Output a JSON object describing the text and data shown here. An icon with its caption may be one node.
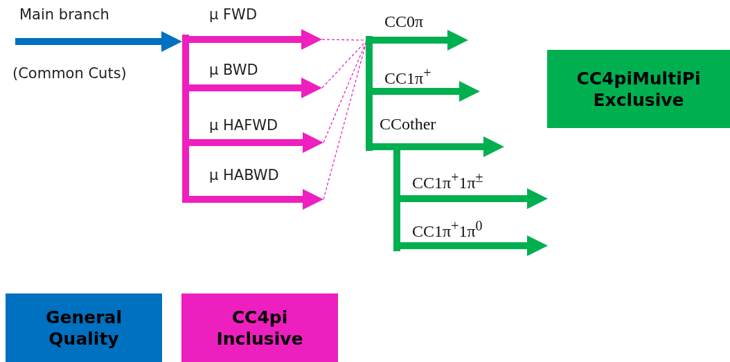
{
  "diagram": {
    "nodes": [
      {
        "text": [],
        "shape": "bar"
      },
      {
        "text": [],
        "shape": "bar"
      },
      {
        "text": [],
        "shape": "bar"
      }
    ],
    "edges": [
      {
        "from": null,
        "to": 0,
        "arrow": "to",
        "label": "Main branch",
        "color": "#0070c0"
      },
      {
        "from": 0,
        "to": null,
        "arrow": "to",
        "label": "μ FWD",
        "color": "#ee1fbf"
      },
      {
        "from": 0,
        "to": null,
        "arrow": "to",
        "label": "μ BWD",
        "color": "#ee1fbf"
      },
      {
        "from": 0,
        "to": null,
        "arrow": "to",
        "label": "μ HAFWD",
        "color": "#ee1fbf"
      },
      {
        "from": 0,
        "to": null,
        "arrow": "to",
        "label": "μ HABWD",
        "color": "#ee1fbf"
      },
      {
        "from": null,
        "to": 1,
        "arrow": "none",
        "style": "dashed",
        "color": "#ee1fbf"
      },
      {
        "from": null,
        "to": 1,
        "arrow": "none",
        "style": "dashed",
        "color": "#ee1fbf"
      },
      {
        "from": null,
        "to": 1,
        "arrow": "none",
        "style": "dashed",
        "color": "#ee1fbf"
      },
      {
        "from": null,
        "to": 1,
        "arrow": "none",
        "style": "dashed",
        "color": "#ee1fbf"
      },
      {
        "from": 1,
        "to": null,
        "arrow": "to",
        "label": "CC0π",
        "color": "#00b050"
      },
      {
        "from": 1,
        "to": null,
        "arrow": "to",
        "label": "CC1π$^{+}$",
        "color": "#00b050"
      },
      {
        "from": 1,
        "to": null,
        "arrow": "to",
        "label": "CCother",
        "color": "#00b050"
      },
      {
        "from": 2,
        "to": null,
        "arrow": "to",
        "label": "CC1π$^{+}$1π$^{±}$",
        "color": "#00b050"
      },
      {
        "from": 2,
        "to": null,
        "arrow": "to",
        "label": "CC1π$^{+}$1π$^{0}$",
        "color": "#00b050"
      }
    ],
    "labels": [
      "(Common Cuts)"
    ],
    "legend": [
      {
        "text": "CC4piMultiPi Exclusive",
        "color": "#00b050"
      },
      {
        "text": "General Quality",
        "color": "#0070c0"
      },
      {
        "text": "CC4pi Inclusive",
        "color": "#ee1fbf"
      }
    ]
  }
}
